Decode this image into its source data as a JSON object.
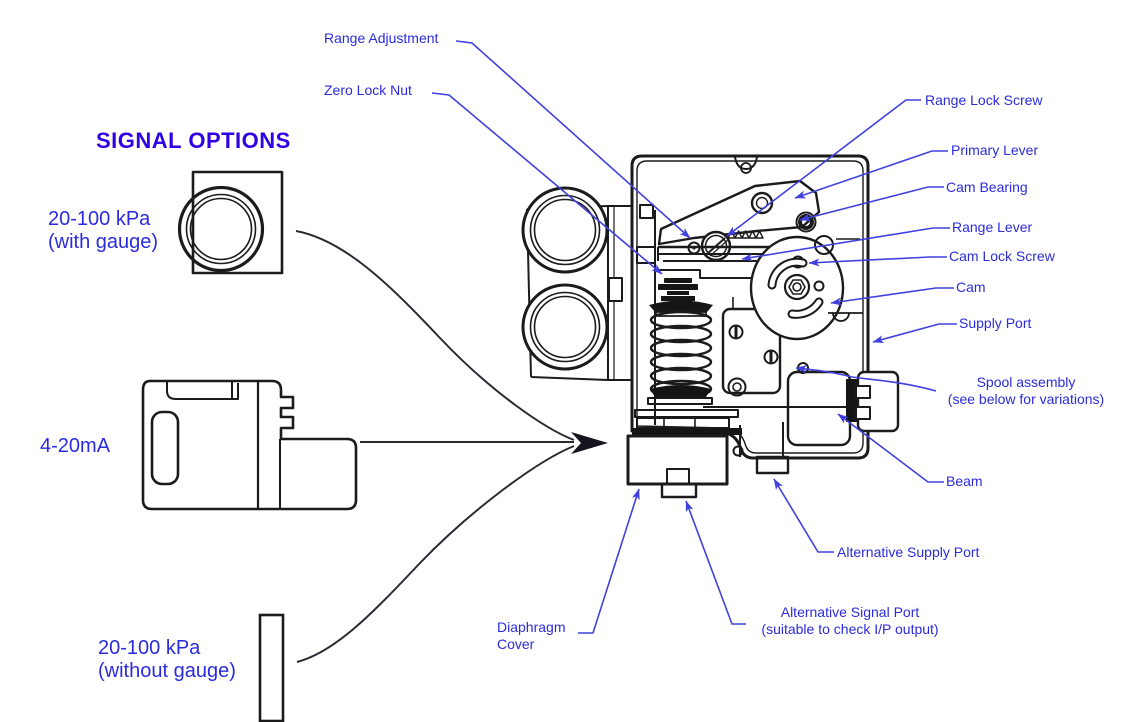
{
  "heading": "SIGNAL OPTIONS",
  "signal_options": {
    "with_gauge_line1": "20-100 kPa",
    "with_gauge_line2": "(with gauge)",
    "current": "4-20mA",
    "without_gauge_line1": "20-100 kPa",
    "without_gauge_line2": "(without gauge)"
  },
  "callouts": {
    "range_adjustment": "Range Adjustment",
    "zero_lock_nut": "Zero Lock Nut",
    "range_lock_screw": "Range Lock Screw",
    "primary_lever": "Primary Lever",
    "cam_bearing": "Cam Bearing",
    "range_lever": "Range Lever",
    "cam_lock_screw": "Cam Lock Screw",
    "cam": "Cam",
    "supply_port": "Supply Port",
    "spool_assembly_line1": "Spool assembly",
    "spool_assembly_line2": "(see below for variations)",
    "beam": "Beam",
    "alternative_supply_port": "Alternative Supply Port",
    "alternative_signal_port_line1": "Alternative Signal Port",
    "alternative_signal_port_line2": "(suitable to check I/P output)",
    "diaphragm_cover_line1": "Diaphragm",
    "diaphragm_cover_line2": "Cover"
  },
  "colors": {
    "label_blue": "#2B2BE0",
    "heading_blue": "#3000E6",
    "leader_blue": "#4040DF",
    "line_black": "#1B1B1B",
    "background": "#FFFFFF"
  }
}
